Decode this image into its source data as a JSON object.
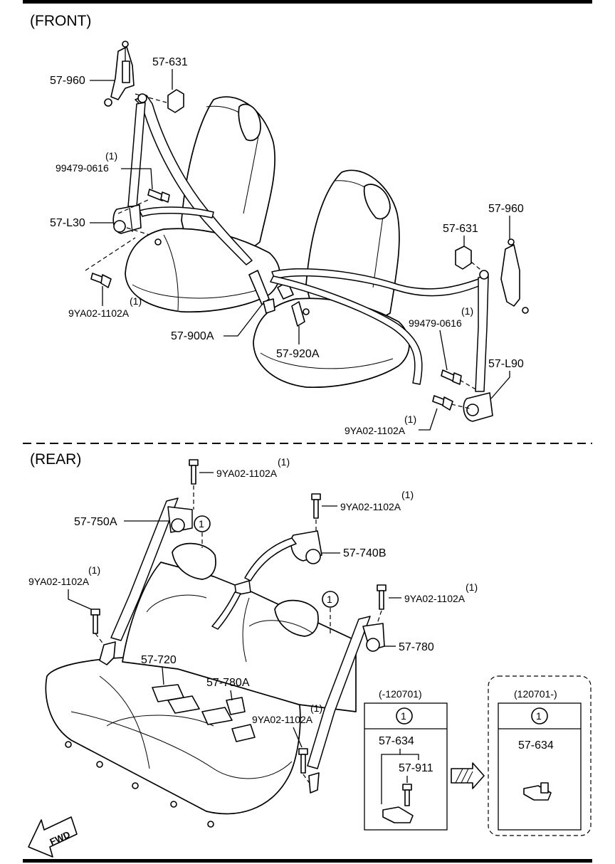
{
  "sections": {
    "front": "(FRONT)",
    "rear": "(REAR)"
  },
  "front_labels": {
    "p1": "57-960",
    "p2": "57-631",
    "p3": "99479-0616",
    "p3q": "(1)",
    "p4": "57-L30",
    "p5": "9YA02-1102A",
    "p5q": "(1)",
    "p6": "57-900A",
    "p7": "57-920A",
    "p8": "57-631",
    "p9": "57-960",
    "p10": "99479-0616",
    "p10q": "(1)",
    "p11": "57-L90",
    "p12": "9YA02-1102A",
    "p12q": "(1)"
  },
  "rear_labels": {
    "r1": "9YA02-1102A",
    "r1q": "(1)",
    "r2": "57-750A",
    "r3": "9YA02-1102A",
    "r3q": "(1)",
    "r4": "57-740B",
    "r5": "9YA02-1102A",
    "r5q": "(1)",
    "r6": "9YA02-1102A",
    "r6q": "(1)",
    "r7": "57-780",
    "r8": "57-720",
    "r9": "57-780A",
    "r10": "9YA02-1102A",
    "r10q": "(1)",
    "callout": "1"
  },
  "inset_left": {
    "title": "(-120701)",
    "callout": "1",
    "part": "57-634",
    "sub": "57-911"
  },
  "inset_right": {
    "title": "(120701-)",
    "callout": "1",
    "part": "57-634"
  },
  "fwd": "FWD"
}
